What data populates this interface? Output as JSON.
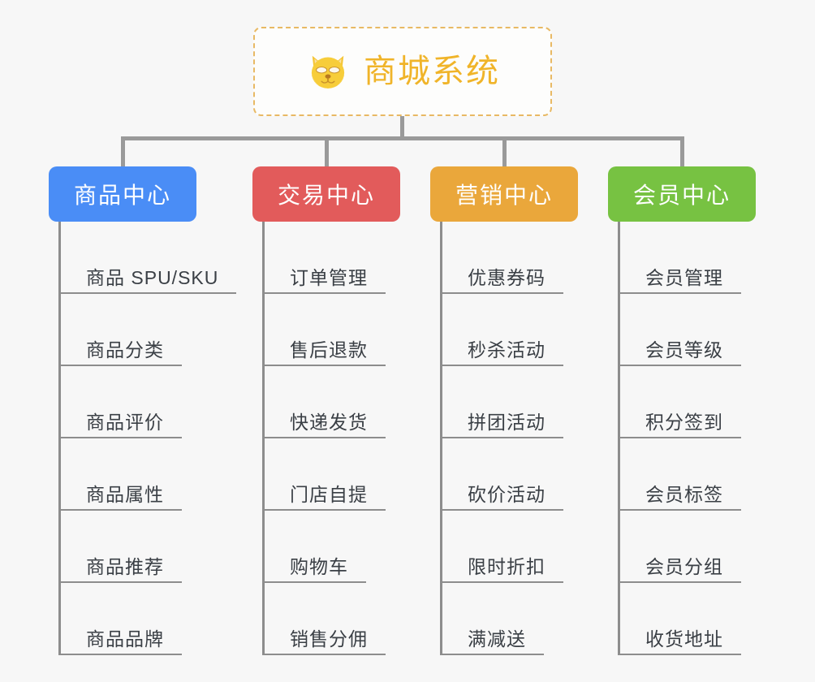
{
  "background_color": "#f7f7f7",
  "root": {
    "title": "商城系统",
    "icon": "shiba-dog-face-icon",
    "border_color": "#e8b964",
    "text_color": "#f0b429",
    "background_color": "#fdfdfc"
  },
  "connector_color": "#9a9a9a",
  "columns": [
    {
      "title": "商品中心",
      "color": "#4a8df6",
      "items": [
        "商品 SPU/SKU",
        "商品分类",
        "商品评价",
        "商品属性",
        "商品推荐",
        "商品品牌"
      ]
    },
    {
      "title": "交易中心",
      "color": "#e25b5b",
      "items": [
        "订单管理",
        "售后退款",
        "快递发货",
        "门店自提",
        "购物车",
        "销售分佣"
      ]
    },
    {
      "title": "营销中心",
      "color": "#eaa73b",
      "items": [
        "优惠券码",
        "秒杀活动",
        "拼团活动",
        "砍价活动",
        "限时折扣",
        "满减送"
      ]
    },
    {
      "title": "会员中心",
      "color": "#77c242",
      "items": [
        "会员管理",
        "会员等级",
        "积分签到",
        "会员标签",
        "会员分组",
        "收货地址"
      ]
    }
  ]
}
